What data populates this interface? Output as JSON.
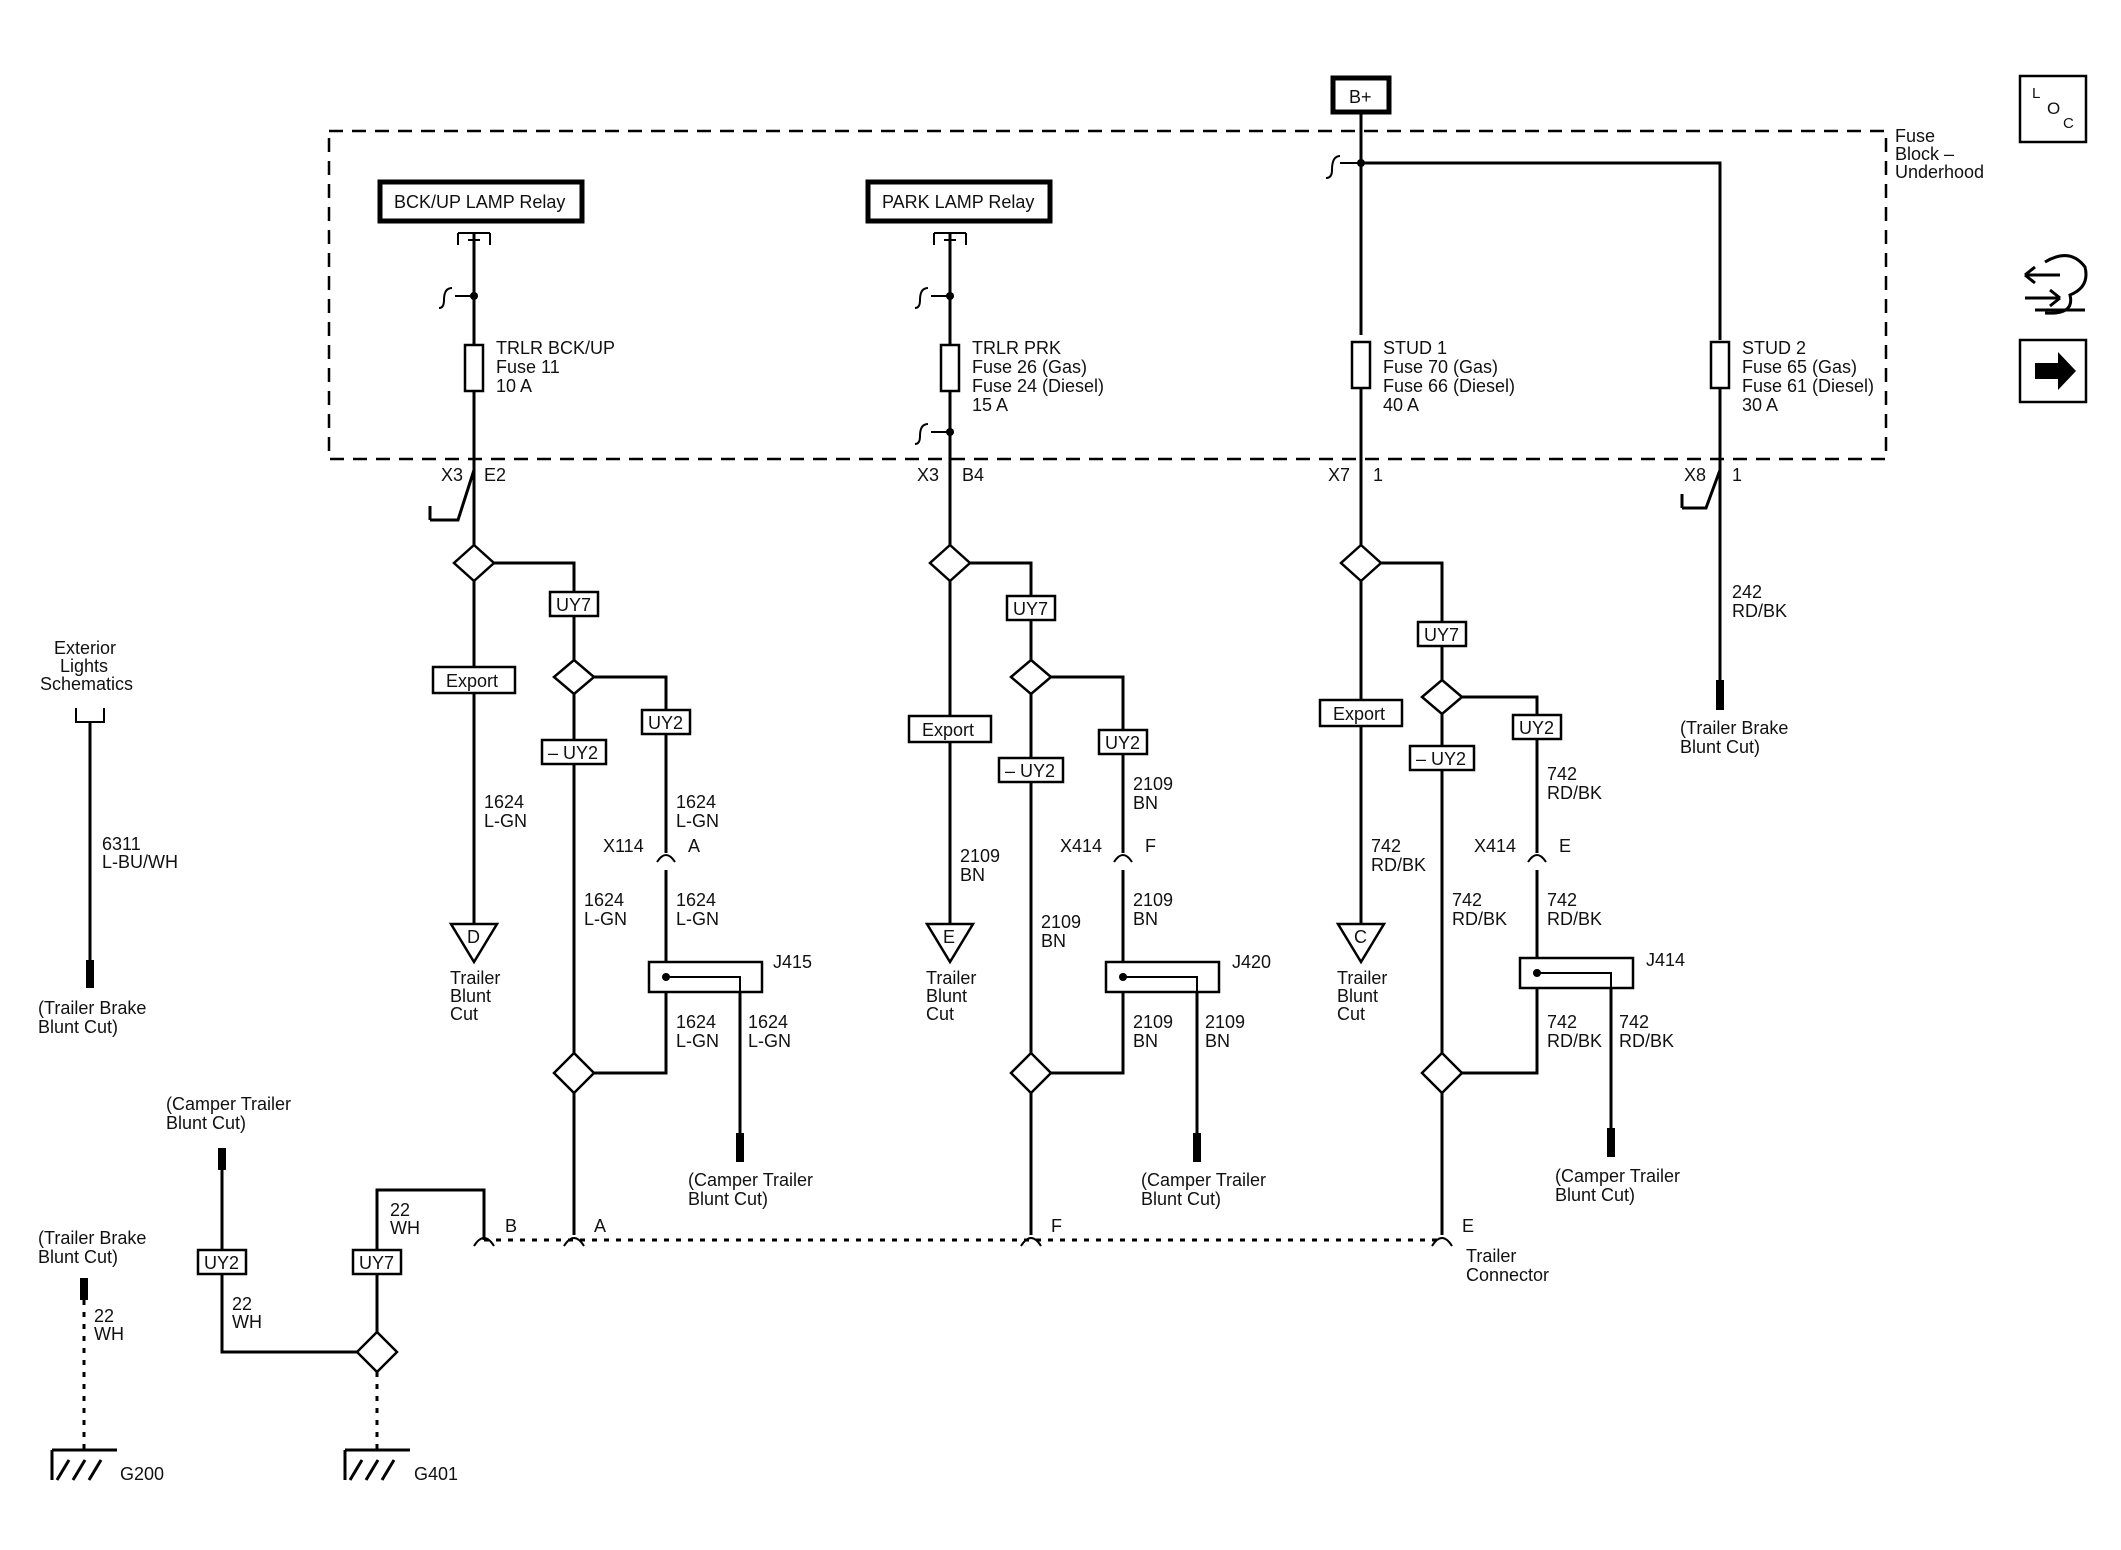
{
  "header": {
    "b_plus": "B+",
    "loc": [
      "L",
      "O",
      "C"
    ]
  },
  "fuse_block": {
    "label": [
      "Fuse",
      "Block –",
      "Underhood"
    ]
  },
  "relays": {
    "bckup": "BCK/UP LAMP Relay",
    "park": "PARK LAMP Relay"
  },
  "fuses": {
    "f1": [
      "TRLR BCK/UP",
      "Fuse 11",
      "10 A"
    ],
    "f2": [
      "TRLR PRK",
      "Fuse 26 (Gas)",
      "Fuse 24 (Diesel)",
      "15 A"
    ],
    "f3": [
      "STUD 1",
      "Fuse 70 (Gas)",
      "Fuse 66 (Diesel)",
      "40 A"
    ],
    "f4": [
      "STUD 2",
      "Fuse 65 (Gas)",
      "Fuse 61 (Diesel)",
      "30 A"
    ]
  },
  "connectors": {
    "c1": [
      "X3",
      "E2"
    ],
    "c2": [
      "X3",
      "B4"
    ],
    "c3": [
      "X7",
      "1"
    ],
    "c4": [
      "X8",
      "1"
    ]
  },
  "options": {
    "uy7": "UY7",
    "uy2": "UY2",
    "not_uy2": "– UY2",
    "export": "Export"
  },
  "wires": {
    "c1": [
      "1624",
      "L-GN"
    ],
    "c2": [
      "2109",
      "BN"
    ],
    "c3": [
      "742",
      "RD/BK"
    ],
    "c4": [
      "242",
      "RD/BK"
    ],
    "ground": [
      "22",
      "WH"
    ],
    "ext": [
      "6311",
      "L-BU/WH"
    ]
  },
  "inline": {
    "x114": [
      "X114",
      "A"
    ],
    "x414f": [
      "X414",
      "F"
    ],
    "x414e": [
      "X414",
      "E"
    ]
  },
  "splices": {
    "j415": "J415",
    "j420": "J420",
    "j414": "J414"
  },
  "triangles": {
    "d": "D",
    "e": "E",
    "c": "C"
  },
  "texts": {
    "trailer_blunt_cut": [
      "Trailer",
      "Blunt",
      "Cut"
    ],
    "camper_blunt_cut": [
      "(Camper Trailer",
      "Blunt Cut)"
    ],
    "brake_blunt_cut": [
      "(Trailer Brake",
      "Blunt Cut)"
    ],
    "exterior": [
      "Exterior",
      "Lights",
      "Schematics"
    ],
    "trailer_connector": [
      "Trailer",
      "Connector"
    ]
  },
  "trailer_pins": {
    "b": "B",
    "a": "A",
    "f": "F",
    "e": "E"
  },
  "grounds": {
    "g200": "G200",
    "g401": "G401"
  }
}
